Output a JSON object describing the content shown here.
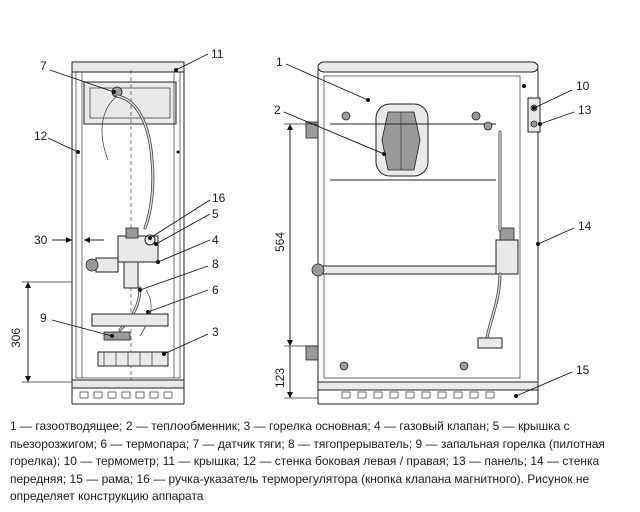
{
  "callouts": {
    "c1": "1",
    "c2": "2",
    "c3": "3",
    "c4": "4",
    "c5": "5",
    "c6": "6",
    "c7": "7",
    "c8": "8",
    "c9": "9",
    "c10": "10",
    "c11": "11",
    "c12": "12",
    "c13": "13",
    "c14": "14",
    "c15": "15",
    "c16": "16"
  },
  "dimensions": {
    "d30": "30",
    "d306": "306",
    "d564": "564",
    "d123": "123"
  },
  "legend": {
    "text": "1 — газоотводящее; 2 — теплообменник; 3 — горелка основная; 4 — газовый клапан; 5 — крышка с пьезорозжигом; 6 — термопара; 7 — датчик тяги; 8 — тягопрерыватель; 9 — запальная горелка (пилотная горелка); 10 — термометр; 11 — крышка; 12 — стенка боковая левая / правая; 13 — панель; 14 — стенка передняя; 15 — рама; 16 — ручка-указатель терморегулятора (кнопка клапана магнитного). Рисунок не определяет конструкцию аппарата"
  }
}
